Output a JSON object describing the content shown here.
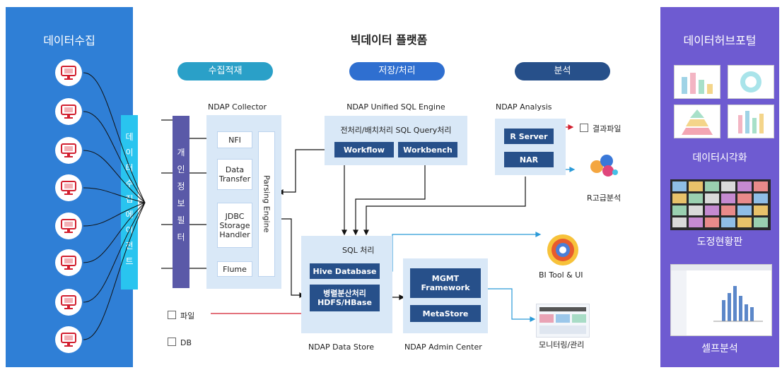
{
  "left_panel": {
    "title": "데이터수집",
    "agent_label": "데이터수집에이전트"
  },
  "main": {
    "title": "빅데이터 플랫폼",
    "pills": {
      "collect": "수집적재",
      "store": "저장/처리",
      "analysis": "분석"
    },
    "filter_label": "개인정보필터",
    "collector": {
      "title": "NDAP Collector",
      "items": [
        "NFI",
        "Data\nTransfer",
        "JDBC\nStorage\nHandler",
        "Flume"
      ],
      "parsing_engine": "Parsing Engine"
    },
    "sql_engine": {
      "title": "NDAP Unified SQL Engine",
      "subtitle": "전처리/배치처리 SQL Query처리",
      "workflow": "Workflow",
      "workbench": "Workbench"
    },
    "analysis": {
      "title": "NDAP Analysis",
      "rserver": "R Server",
      "nar": "NAR",
      "result_file": "결과파일",
      "r_advanced": "R고급분석"
    },
    "data_store": {
      "title": "NDAP Data Store",
      "sql_label": "SQL 처리",
      "hive": "Hive Database",
      "hdfs": "병렬분산처리\nHDFS/HBase"
    },
    "admin": {
      "title": "NDAP Admin Center",
      "mgmt": "MGMT\nFramework",
      "metastore": "MetaStore"
    },
    "bi_tool": "BI Tool & UI",
    "monitoring": "모니터링/관리",
    "file_label": "파일",
    "db_label": "DB"
  },
  "right_panel": {
    "title": "데이터허브포털",
    "labels": [
      "데이터시각화",
      "도정현황판",
      "셀프분석"
    ]
  },
  "colors": {
    "left_panel": "#2f7fd6",
    "right_panel": "#6e5bd1",
    "agent": "#29c4ef",
    "pill_collect": "#2aa0c8",
    "pill_store": "#2f6fd0",
    "pill_analysis": "#27508a",
    "navy": "#27508a",
    "light_box": "#d9e8f7",
    "filter": "#5a59a8"
  }
}
